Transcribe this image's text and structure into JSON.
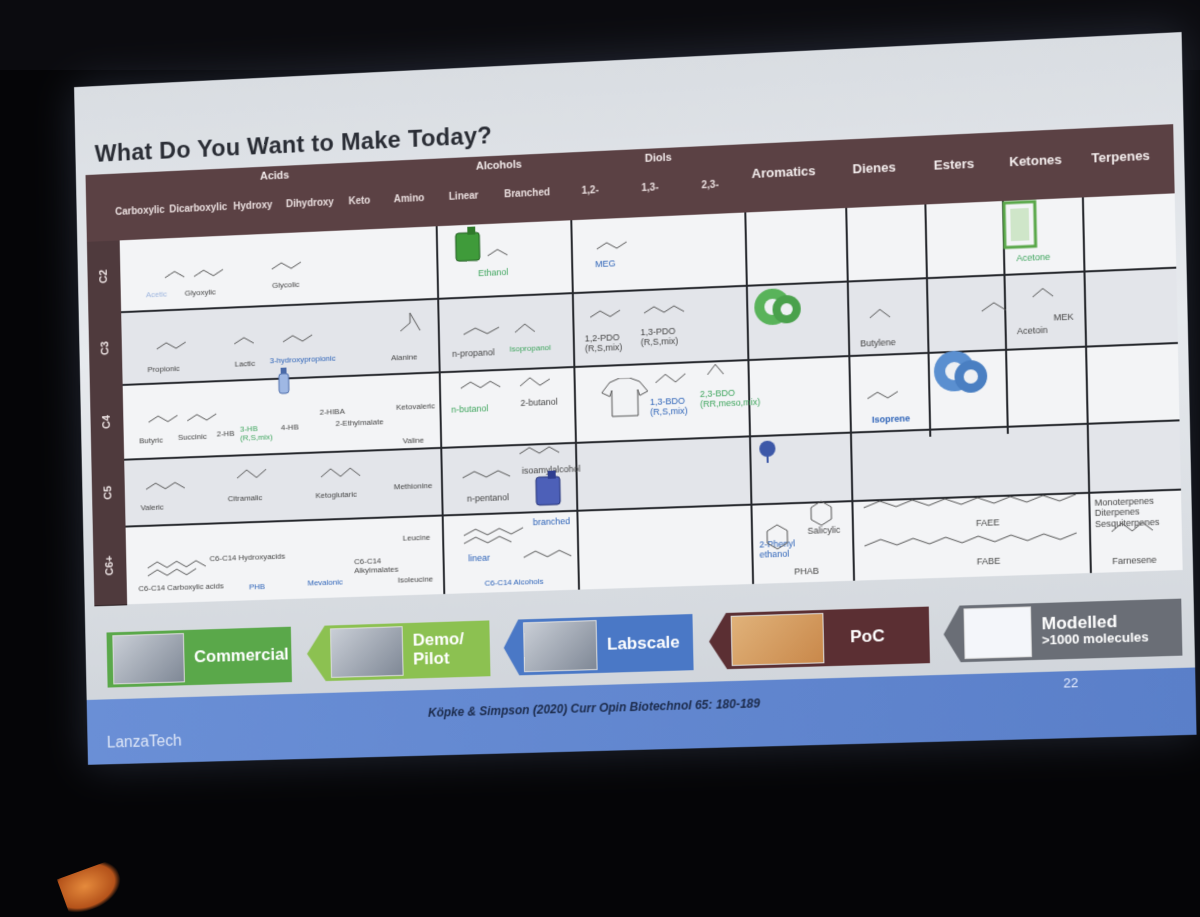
{
  "slide": {
    "title": "What Do You Want to Make Today?",
    "page_number": "22",
    "logo": "LanzaTech",
    "citation": "Köpke & Simpson (2020) Curr Opin Biotechnol 65: 180-189"
  },
  "header": {
    "acids": "Acids",
    "acid_subs": [
      "Carboxylic",
      "Dicarboxylic",
      "Hydroxy",
      "Dihydroxy",
      "Keto",
      "Amino"
    ],
    "alcohols": "Alcohols",
    "alcohol_subs": [
      "Linear",
      "Branched"
    ],
    "diols": "Diols",
    "diol_subs": [
      "1,2-",
      "1,3-",
      "2,3-"
    ],
    "aromatics": "Aromatics",
    "dienes": "Dienes",
    "esters": "Esters",
    "ketones": "Ketones",
    "terpenes": "Terpenes"
  },
  "rows": [
    "C2",
    "C3",
    "C4",
    "C5",
    "C6+"
  ],
  "molecules": {
    "c2": {
      "acetic": "Acetic",
      "glyoxylic": "Glyoxylic",
      "glycolic": "Glycolic",
      "ethanol": "Ethanol",
      "meg": "MEG",
      "acetone": "Acetone"
    },
    "c3": {
      "propionic": "Propionic",
      "lactic": "Lactic",
      "hydroxypropionic": "3-hydroxypropionic",
      "alanine": "Alanine",
      "npropanol": "n-propanol",
      "isopropanol": "Isopropanol",
      "pdo12": "1,2-PDO",
      "pdo12_sub": "(R,S,mix)",
      "pdo13": "1,3-PDO",
      "pdo13_sub": "(R,S,mix)",
      "acetoin": "Acetoin",
      "mek": "MEK",
      "butylene": "Butylene"
    },
    "c4": {
      "butyric": "Butyric",
      "succinic": "Succinic",
      "hb2": "2-HB",
      "hb3": "3-HB",
      "hb3_sub": "(R,S,mix)",
      "hb4": "4-HB",
      "hiba": "2-HIBA",
      "ethylmalate": "2-Ethylmalate",
      "ketovaleric": "Ketovaleric",
      "valine": "Valine",
      "nbutanol": "n-butanol",
      "butanol2": "2-butanol",
      "bdo13": "1,3-BDO",
      "bdo13_sub": "(R,S,mix)",
      "bdo23": "2,3-BDO",
      "bdo23_sub": "(RR,meso,mix)",
      "isoprene": "Isoprene"
    },
    "c5": {
      "valeric": "Valeric",
      "citramalic": "Citramalic",
      "ketoglutaric": "Ketoglutaric",
      "methionine": "Methionine",
      "isoamyl": "isoamylalcohol",
      "npentanol": "n-pentanol",
      "branched": "branched"
    },
    "c6": {
      "carboxylic": "C6-C14 Carboxylic acids",
      "hydroxyacids": "C6-C14 Hydroxyacids",
      "phb": "PHB",
      "mevalonic": "Mevalonic",
      "alkylmalates": "C6-C14",
      "alkylmalates2": "Alkylmalates",
      "leucine": "Leucine",
      "isoleucine": "Isoleucine",
      "linear": "linear",
      "alcohols": "C6-C14 Alcohols",
      "phenylethanol": "2-Phenyl",
      "phenylethanol2": "ethanol",
      "salicylic": "Salicylic",
      "phab": "PHAB",
      "faee": "FAEE",
      "fabe": "FABE",
      "monoterpenes": "Monoterpenes",
      "diterpenes": "Diterpenes",
      "sesquiterpenes": "Sesquiterpenes",
      "farnesene": "Farnesene"
    }
  },
  "legend": [
    {
      "label": "Commercial",
      "color": "#5aa84a"
    },
    {
      "label": "Demo/\nPilot",
      "color": "#8cc151"
    },
    {
      "label": "Labscale",
      "color": "#4a78c6"
    },
    {
      "label": "PoC",
      "color": "#5b2f33"
    },
    {
      "label": "Modelled",
      "sub": ">1000 molecules",
      "color": "#6a6e76"
    }
  ]
}
